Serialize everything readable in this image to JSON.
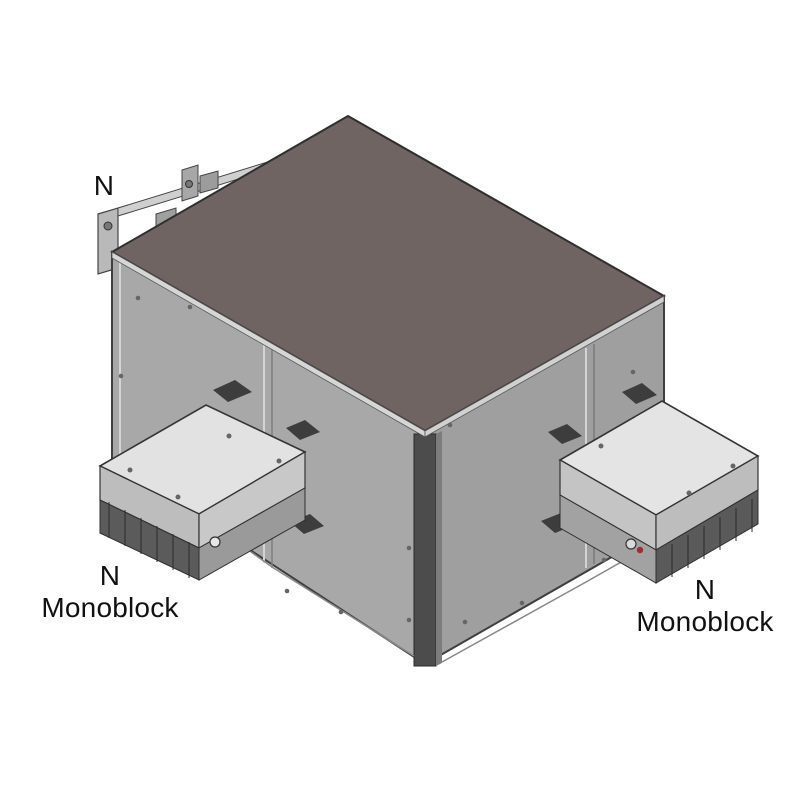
{
  "labels": {
    "top_neutral": "N",
    "left_unit": {
      "line1": "N",
      "line2": "Monoblock"
    },
    "right_unit": {
      "line1": "N",
      "line2": "Monoblock"
    }
  },
  "colors": {
    "top_face": "#6f6462",
    "side_panel": "#a8a8a8",
    "side_panel_dark": "#8f8f8f",
    "frame_edge": "#4c4c4c",
    "monoblock_top": "#e2e2e2",
    "monoblock_body": "#bdbdbd",
    "monoblock_dark": "#5b5b5b",
    "bracket_dark": "#3d3d3d"
  }
}
